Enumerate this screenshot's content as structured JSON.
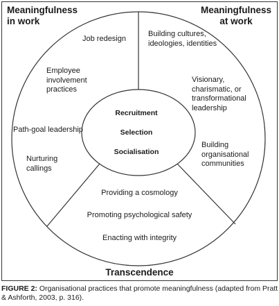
{
  "quadrants": {
    "in_work": "Meaningfulness in work",
    "at_work": "Meaningfulness at work",
    "transcendence": "Transcendence"
  },
  "center": [
    "Recruitment",
    "Selection",
    "Socialisation"
  ],
  "in_work_items": [
    "Job redesign",
    "Employee involvement practices",
    "Path-goal leadership",
    "Nurturing callings"
  ],
  "at_work_items": [
    "Building cultures, ideologies, identities",
    "Visionary, charismatic, or transformational leadership",
    "Building organisational communities"
  ],
  "transcendence_items": [
    "Providing a cosmology",
    "Promoting psychological safety",
    "Enacting with integrity"
  ],
  "caption": {
    "label": "FIGURE 2:",
    "text": "Organisational practices that promote meaningfulness (adapted from Pratt & Ashforth, 2003, p. 316)."
  }
}
